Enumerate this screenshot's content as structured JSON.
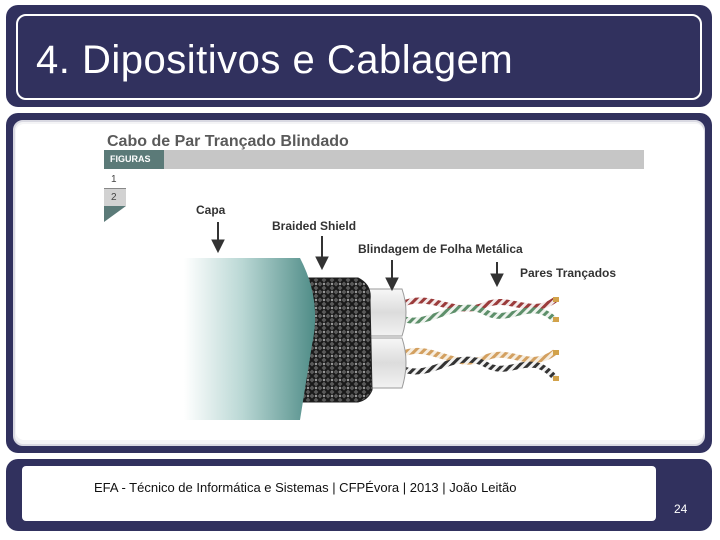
{
  "slide": {
    "title": "4. Dipositivos e Cablagem",
    "footer": "EFA - Técnico de Informática e Sistemas | CFPÉvora | 2013 | João Leitão",
    "page_number": "24"
  },
  "figure": {
    "title": "Cabo de Par Trançado Blindado",
    "tab_label": "FIGURAS",
    "numbers": [
      "1",
      "2"
    ],
    "labels": {
      "capa": "Capa",
      "braided_shield": "Braided Shield",
      "foil": "Blindagem de Folha Metálica",
      "pairs": "Pares Trançados"
    }
  },
  "colors": {
    "frame": "#31315e",
    "jacket": "#5f9d98",
    "braid": "#3a3a3a",
    "foil": "#ececec",
    "figure_tab": "#5b7a78"
  },
  "icons": {
    "arrow": "down-arrow-icon"
  }
}
